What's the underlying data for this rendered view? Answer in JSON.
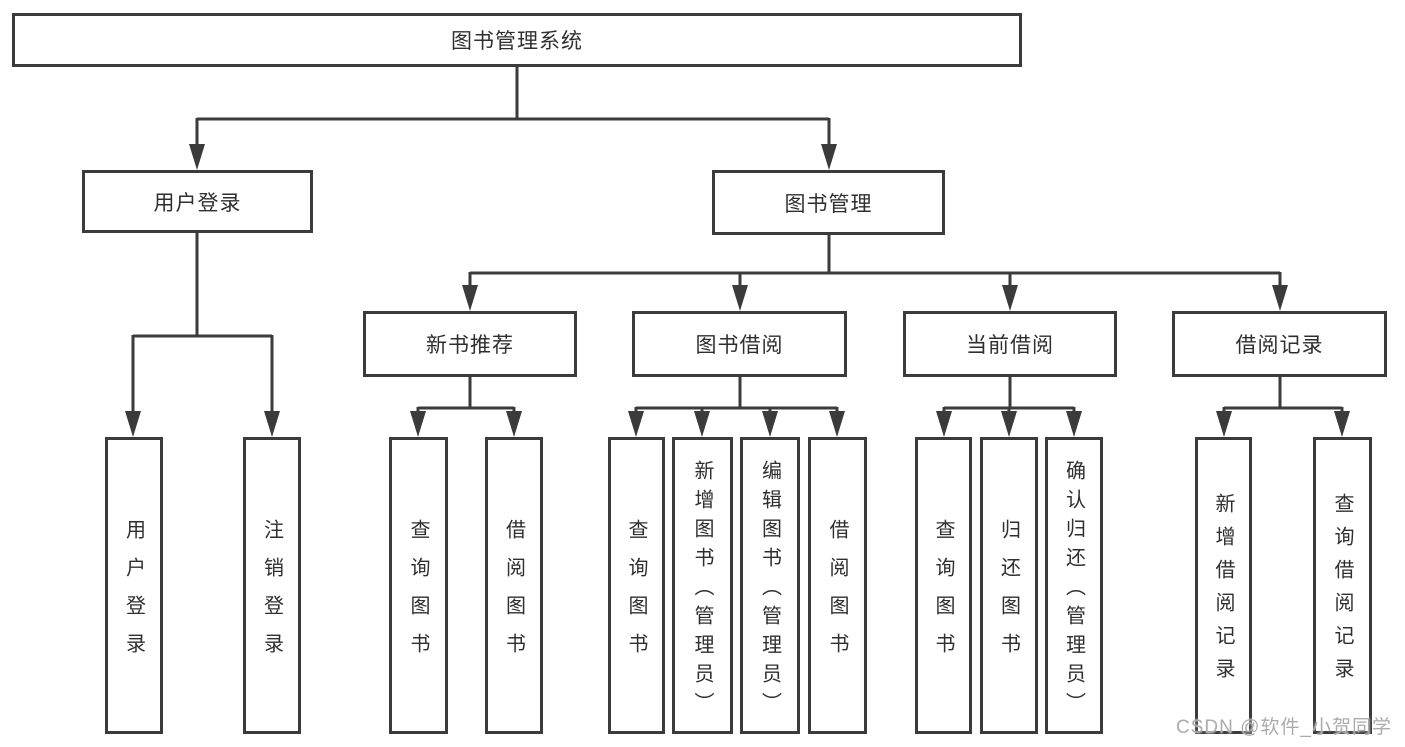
{
  "tree": {
    "root": "图书管理系统",
    "branches": [
      {
        "label": "用户登录",
        "children": [
          "用户登录",
          "注销登录"
        ]
      },
      {
        "label": "图书管理",
        "sections": [
          {
            "label": "新书推荐",
            "children": [
              "查询图书",
              "借阅图书"
            ]
          },
          {
            "label": "图书借阅",
            "children": [
              "查询图书",
              "新增图书（管理员）",
              "编辑图书（管理员）",
              "借阅图书"
            ]
          },
          {
            "label": "当前借阅",
            "children": [
              "查询图书",
              "归还图书",
              "确认归还（管理员）"
            ]
          },
          {
            "label": "借阅记录",
            "children": [
              "新增借阅记录",
              "查询借阅记录"
            ]
          }
        ]
      }
    ]
  },
  "watermark": {
    "text": "CSDN @软件_小贺同学"
  },
  "colors": {
    "line": "#3b3b3b",
    "text": "#2f2f2f",
    "watermark": "#ababab",
    "background": "#ffffff"
  }
}
